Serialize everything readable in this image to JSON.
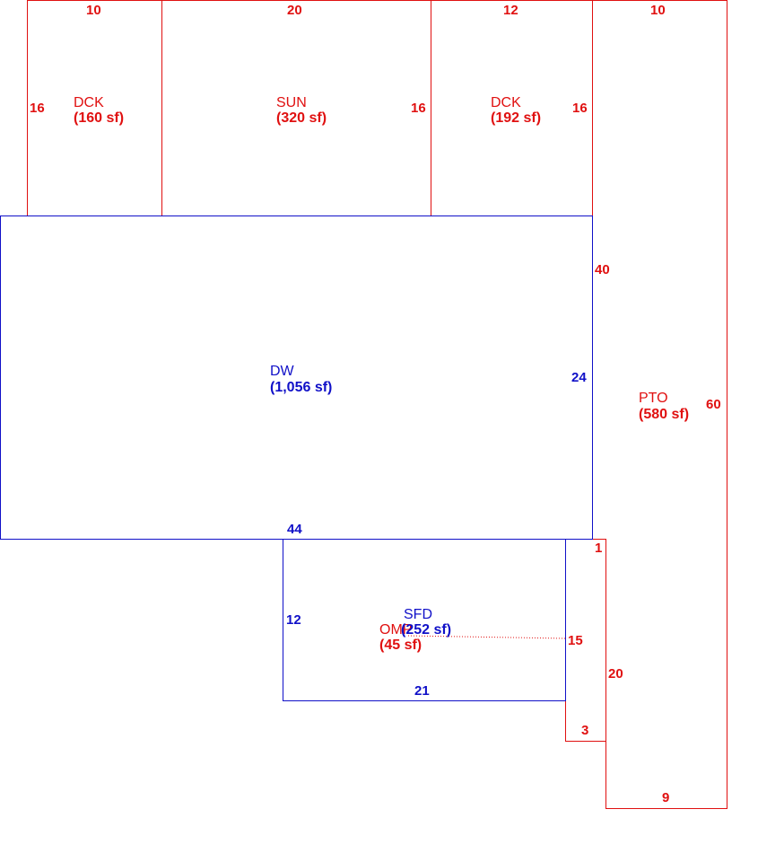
{
  "colors": {
    "red": "#e01010",
    "blue": "#1010c8"
  },
  "areas": {
    "dck_left": {
      "code": "DCK",
      "area": "(160 sf)"
    },
    "sun": {
      "code": "SUN",
      "area": "(320 sf)"
    },
    "dck_right": {
      "code": "DCK",
      "area": "(192 sf)"
    },
    "dw": {
      "code": "DW",
      "area": "(1,056 sf)"
    },
    "pto": {
      "code": "PTO",
      "area": "(580 sf)"
    },
    "sfd": {
      "code": "SFD",
      "area": "(252 sf)"
    },
    "omp": {
      "code": "OMP",
      "area": "(45 sf)"
    }
  },
  "dimensions": {
    "dck_left_width": "10",
    "dck_left_depth": "16",
    "sun_width": "20",
    "sun_depth": "16",
    "dck_right_width": "12",
    "dck_right_depth": "16",
    "pto_top_width": "10",
    "pto_inner_40": "40",
    "pto_length": "60",
    "pto_bottom_width": "9",
    "dw_depth": "24",
    "dw_width": "44",
    "sfd_depth": "12",
    "sfd_width": "21",
    "omp_top": "1",
    "omp_15": "15",
    "omp_bottom": "3",
    "pto_20": "20"
  }
}
